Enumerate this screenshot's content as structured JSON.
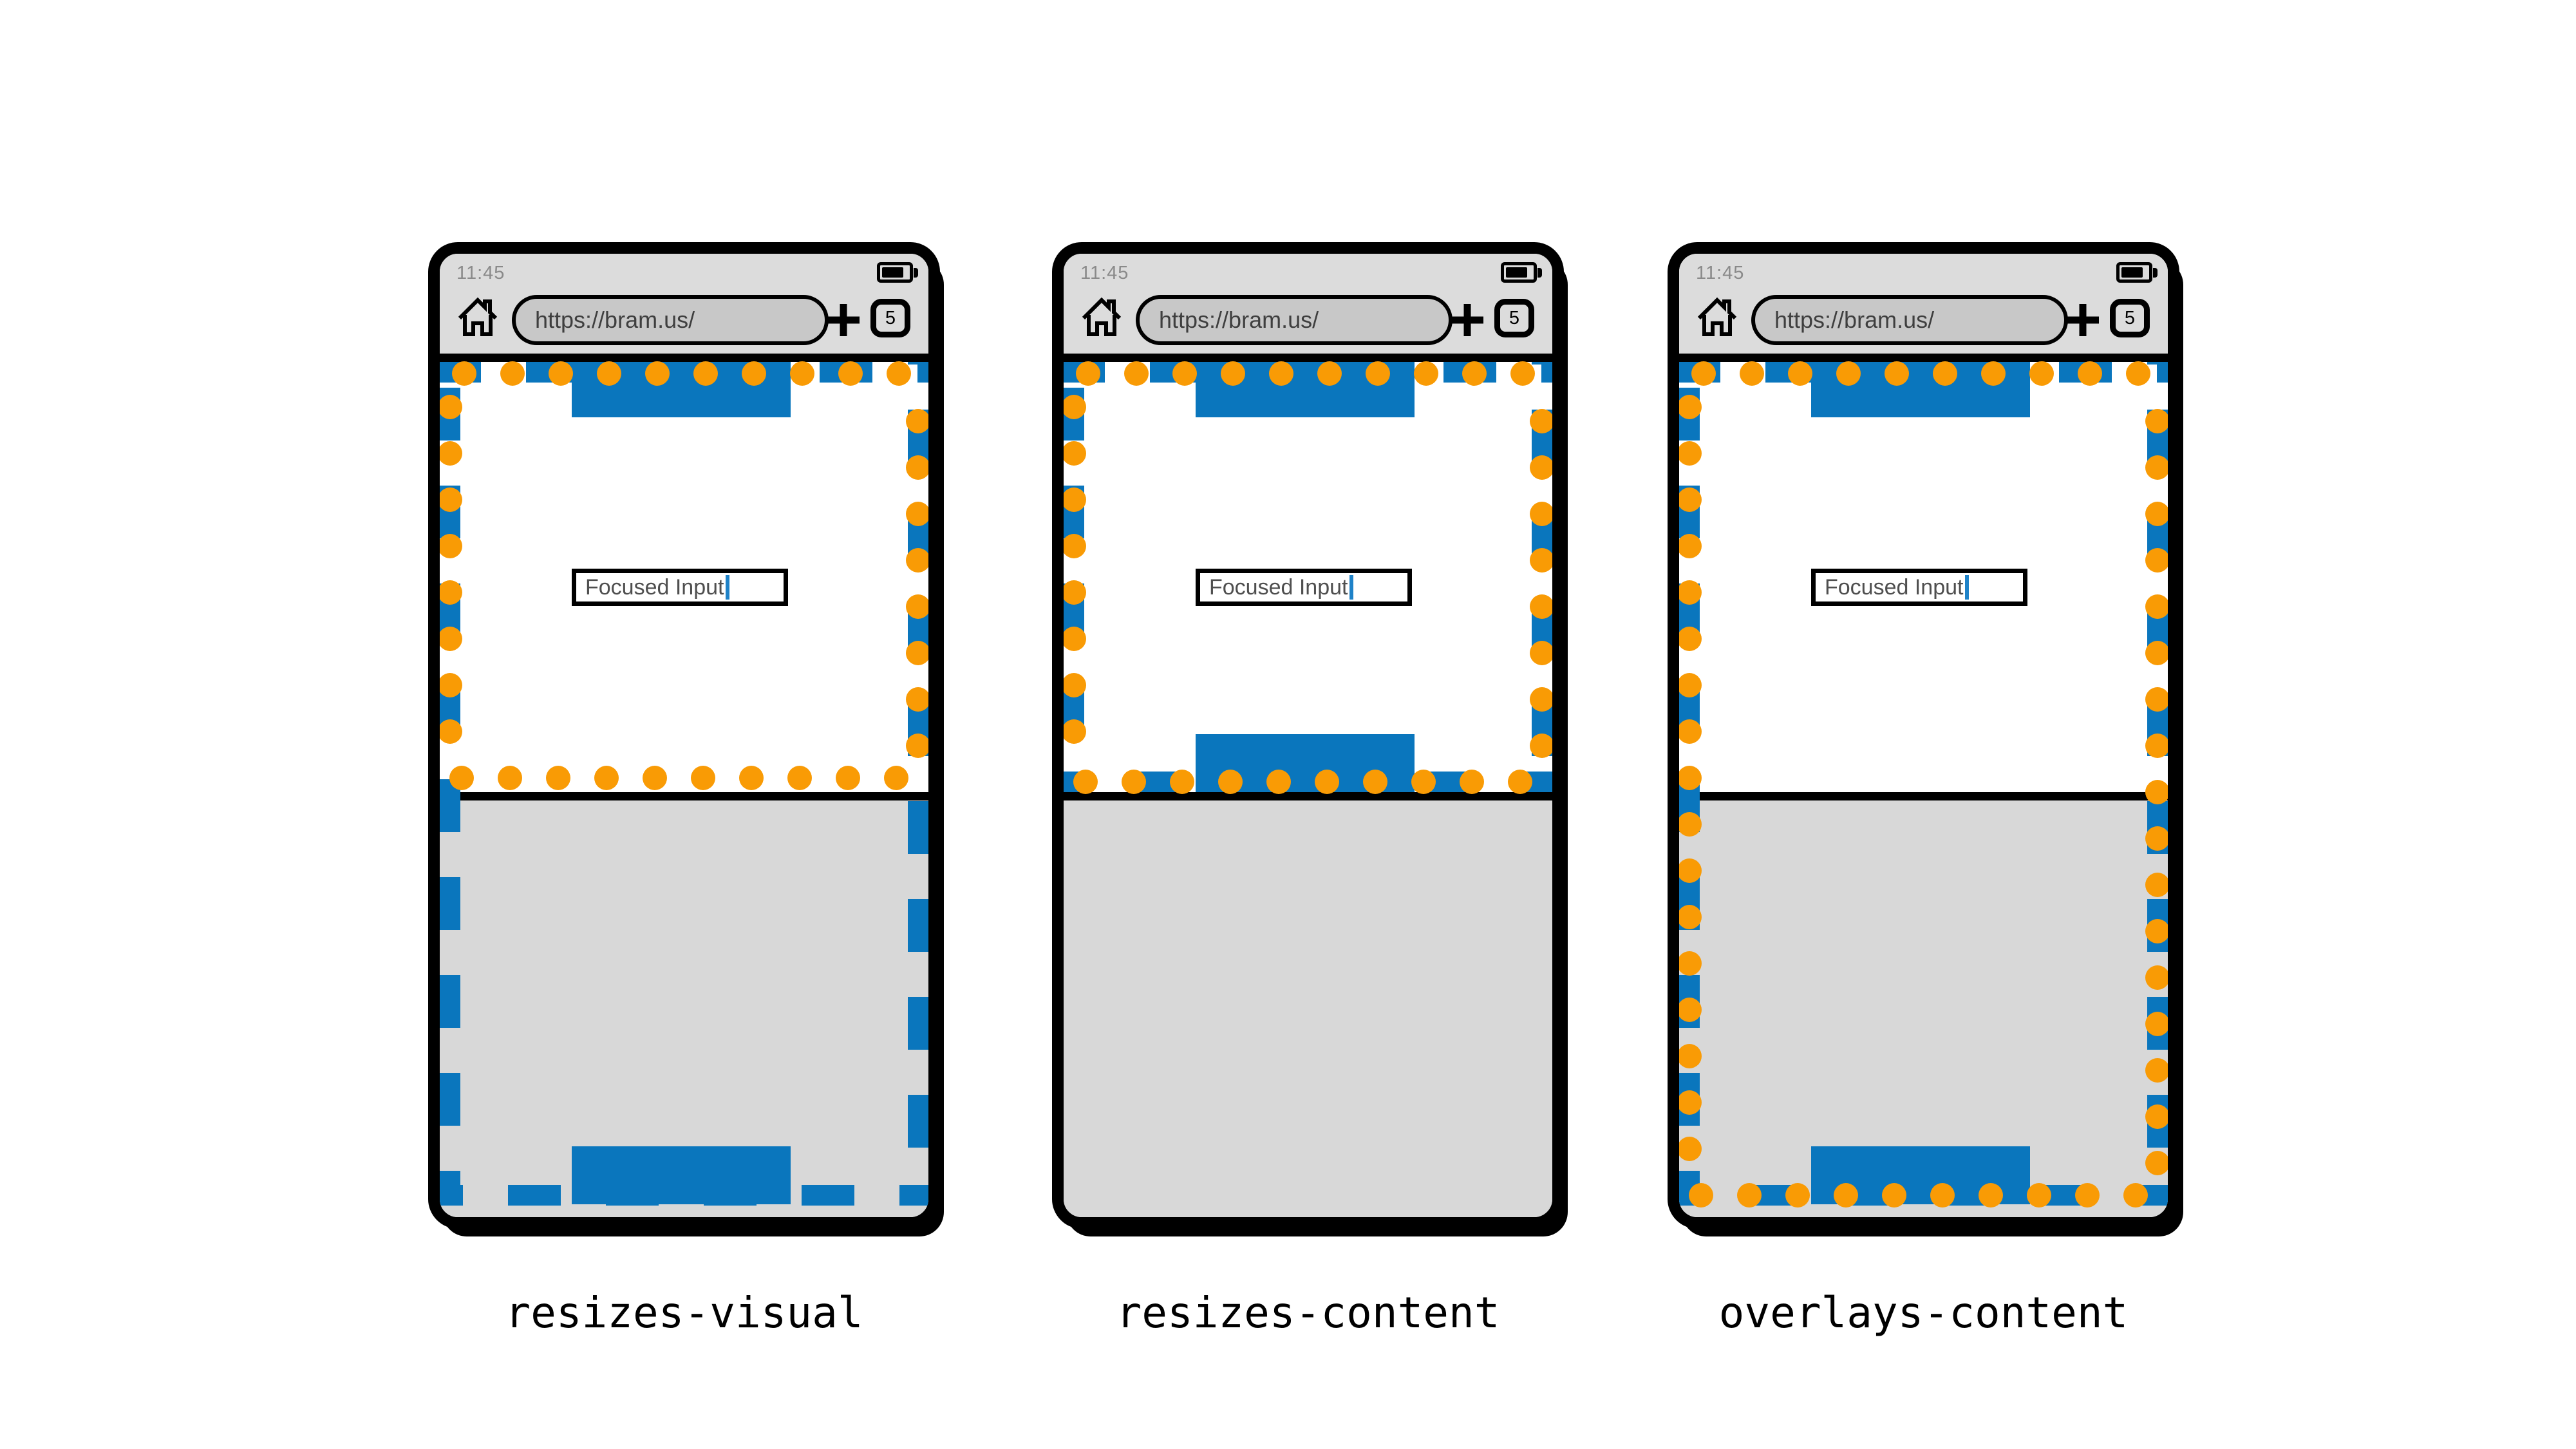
{
  "figure": {
    "colors": {
      "layout_viewport_blue": "#0A76BD",
      "visual_viewport_orange": "#F99B05",
      "keyboard_gray": "#D8D8D8",
      "chrome_gray": "#DCDCDC",
      "url_pill_gray": "#C8C8C8",
      "caret_blue": "#1E82C8"
    },
    "phones": [
      {
        "label": "resizes-visual",
        "status_time": "11:45",
        "url": "https://bram.us/",
        "tab_count": "5",
        "input_value": "Focused Input"
      },
      {
        "label": "resizes-content",
        "status_time": "11:45",
        "url": "https://bram.us/",
        "tab_count": "5",
        "input_value": "Focused Input"
      },
      {
        "label": "overlays-content",
        "status_time": "11:45",
        "url": "https://bram.us/",
        "tab_count": "5",
        "input_value": "Focused Input"
      }
    ]
  }
}
